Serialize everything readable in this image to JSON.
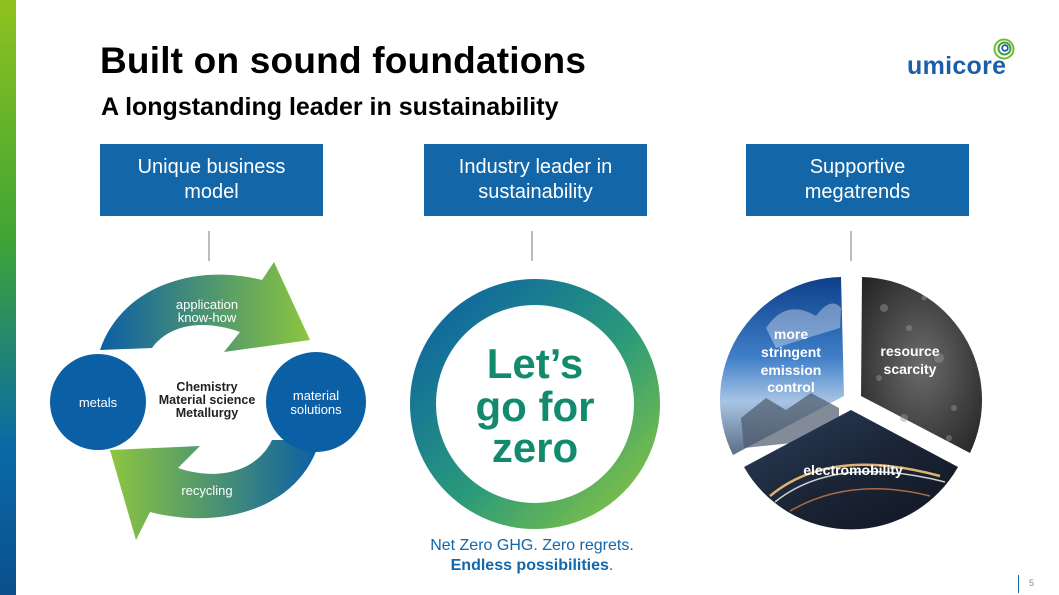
{
  "slide": {
    "title": "Built on sound foundations",
    "subtitle": "A longstanding leader in sustainability",
    "logo_text": "umicore",
    "page_number": "5"
  },
  "pillars": [
    {
      "label": "Unique business\nmodel"
    },
    {
      "label": "Industry leader in\nsustainability"
    },
    {
      "label": "Supportive\nmegatrends"
    }
  ],
  "cycle": {
    "top_arrow": [
      "application",
      "know-how"
    ],
    "bottom_arrow": "recycling",
    "left_node": "metals",
    "right_node": [
      "material",
      "solutions"
    ],
    "center": [
      "Chemistry",
      "Material science",
      "Metallurgy"
    ]
  },
  "zero_badge": {
    "lines": [
      "Let’s",
      "go for",
      "zero"
    ],
    "caption_line1": "Net Zero GHG. Zero regrets.",
    "caption_line2_bold": "Endless possibilities",
    "caption_line2_end": "."
  },
  "megatrends": {
    "segment_a": [
      "more",
      "stringent",
      "emission",
      "control"
    ],
    "segment_b": [
      "resource",
      "scarcity"
    ],
    "segment_c": "electromobility"
  },
  "colors": {
    "brand_blue": "#1366a8",
    "brand_green": "#6dbd2f",
    "logo_blue": "#1c5fa8"
  }
}
